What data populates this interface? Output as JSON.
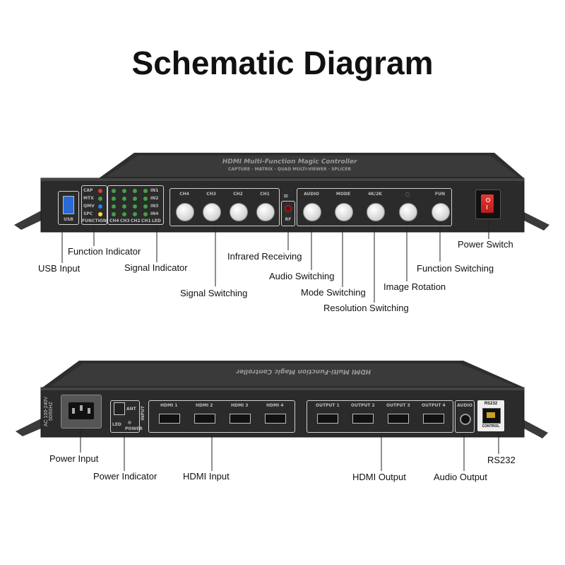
{
  "title": "Schematic Diagram",
  "top_panel": {
    "product_name": "HDMI Multi-Function Magic Controller",
    "modes": "CAPTURE · MATRIX · QUAD MULTI-VIEWER · SPLICER",
    "usb_label": "USB",
    "function_labels": [
      "CAP",
      "MTX",
      "QMV",
      "SPC"
    ],
    "function_caption": "FUNCTION",
    "in_labels": [
      "IN1",
      "IN2",
      "IN3",
      "IN4"
    ],
    "ch_bottom_labels": [
      "CH4",
      "CH3",
      "CH2",
      "CH1",
      "LED"
    ],
    "signal_buttons": [
      "CH4",
      "CH3",
      "CH2",
      "CH1"
    ],
    "rf_label": "RF",
    "mode_buttons": [
      "AUDIO",
      "MODE",
      "4K/2K",
      "◌",
      "FUN"
    ],
    "led_colors": [
      "#e53935",
      "#43a047",
      "#1e88e5",
      "#fdd835"
    ]
  },
  "top_callouts": {
    "function_indicator": "Function Indicator",
    "usb_input": "USB Input",
    "signal_indicator": "Signal Indicator",
    "signal_switching": "Signal Switching",
    "infrared_receiving": "Infrared Receiving",
    "audio_switching": "Audio Switching",
    "mode_switching": "Mode Switching",
    "resolution_switching": "Resolution Switching",
    "image_rotation": "Image Rotation",
    "function_switching": "Function Switching",
    "power_switch": "Power Switch"
  },
  "bottom_panel": {
    "power_rating": "AC 100-240V 50/60HZ",
    "ant_label": "ANT",
    "led_label": "LED",
    "power_label": "POWER",
    "input_caption": "INPUT",
    "hdmi_inputs": [
      "HDMI 1",
      "HDMI 2",
      "HDMI 3",
      "HDMI 4"
    ],
    "hdmi_outputs": [
      "OUTPUT 1",
      "OUTPUT 2",
      "OUTPUT 3",
      "OUTPUT 4"
    ],
    "audio_label": "AUDIO",
    "rs232_label": "RS232",
    "control_label": "CONTROL"
  },
  "bottom_callouts": {
    "power_input": "Power Input",
    "power_indicator": "Power Indicator",
    "hdmi_input": "HDMI Input",
    "hdmi_output": "HDMI Output",
    "audio_output": "Audio Output",
    "rs232": "RS232"
  }
}
